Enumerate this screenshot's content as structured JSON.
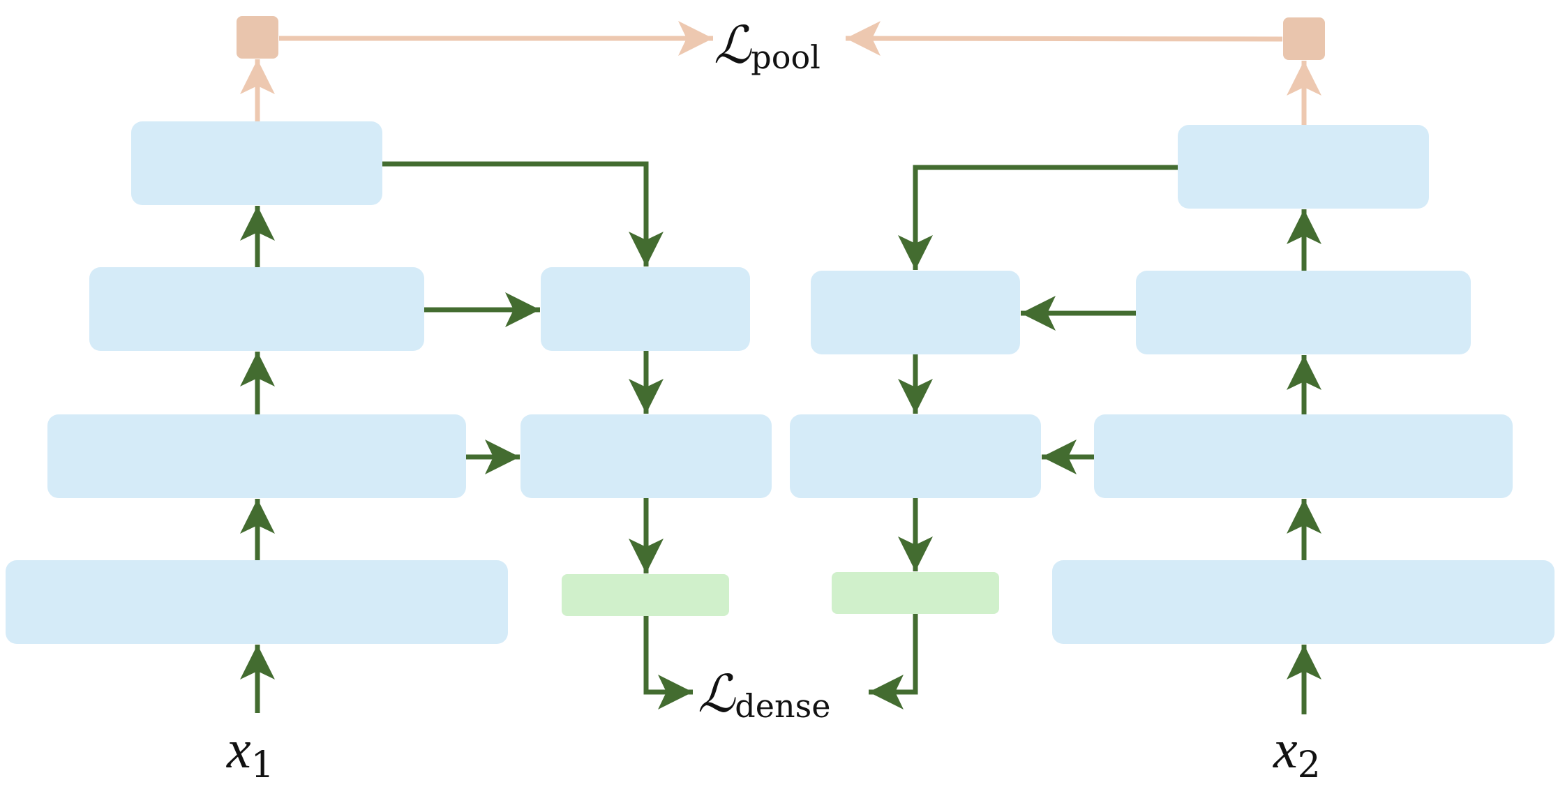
{
  "colors": {
    "block": "#d5ebf8",
    "head": "#d0f0cb",
    "pool_node": "#e9c5ad",
    "pool_arrow": "#edc8b0",
    "arrow": "#436c30",
    "text": "#111111"
  },
  "labels": {
    "loss_pool_symbol": "ℒ",
    "loss_pool_sub": "pool",
    "loss_dense_symbol": "ℒ",
    "loss_dense_sub": "dense",
    "input_1_var": "x",
    "input_1_sub": "1",
    "input_2_var": "x",
    "input_2_sub": "2"
  }
}
